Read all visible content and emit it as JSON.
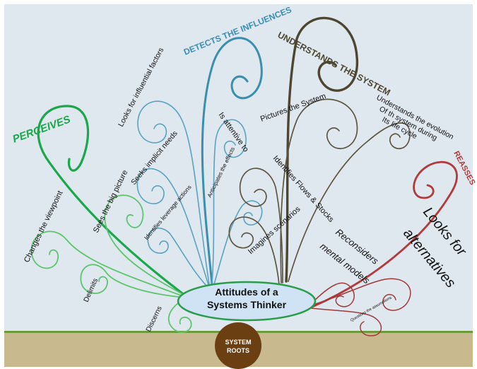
{
  "title": "Attitudes of a Systems Thinker",
  "center": {
    "line1": "Attitudes of a",
    "line2": "Systems Thinker"
  },
  "roots": {
    "line1": "SYSTEM",
    "line2": "ROOTS"
  },
  "colors": {
    "perceives": "#1aa84a",
    "perceives_light": "#5ec46e",
    "detects": "#3a8fb0",
    "understands": "#4d4630",
    "reasses": "#b23a3a",
    "center_fill": "#cfe3f4",
    "center_stroke": "#2a9d4a",
    "roots_fill": "#6b3f12"
  },
  "branches": {
    "perceives": {
      "header": "PERCEIVES",
      "items": [
        "Changes the viewpoint",
        "Sees the big picture",
        "Delimits",
        "Discerns"
      ]
    },
    "detects": {
      "header": "DETECTS THE INFLUENCES",
      "items": [
        "Looks for influential factors",
        "Seeks implicit needs",
        "Is attentive to",
        "Anticipates the effects",
        "Identifies leverage actions"
      ]
    },
    "understands": {
      "header": "UNDERSTANDS THE SYSTEM",
      "items": [
        "Pictures the System",
        "Understands the evolution",
        "Of th system during",
        "Its life cycle",
        "Identifies Flows & Stocks",
        "Imagines scenarios"
      ]
    },
    "reasses": {
      "header": "REASSES",
      "items": [
        "Reconsiders",
        "mental models",
        "Looks for",
        "alternatives",
        "Questions the assumptions"
      ]
    }
  }
}
